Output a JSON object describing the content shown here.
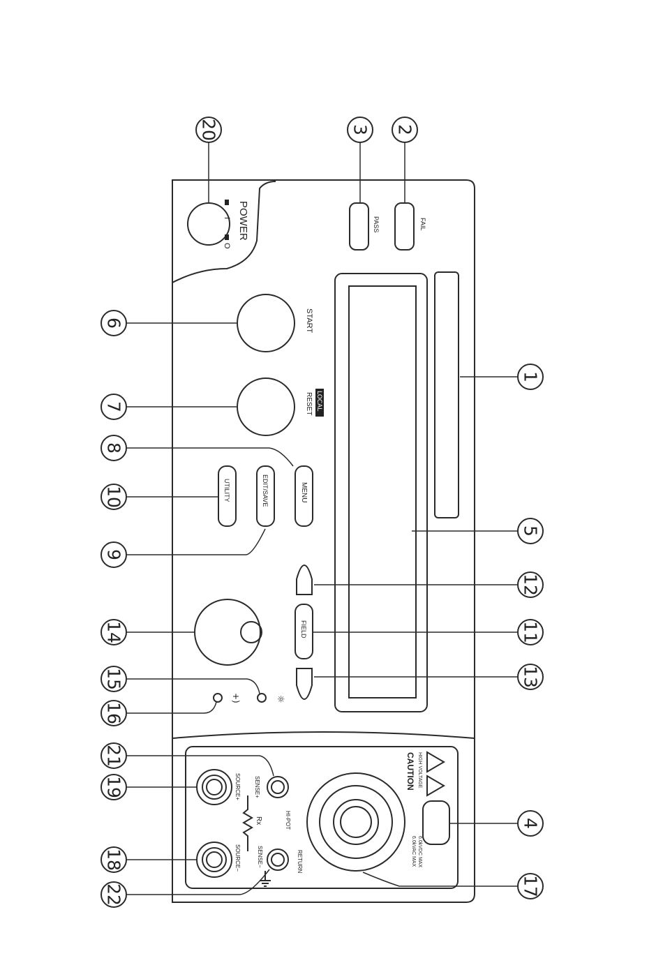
{
  "callouts": [
    "1",
    "2",
    "3",
    "4",
    "5",
    "6",
    "7",
    "8",
    "9",
    "10",
    "11",
    "12",
    "13",
    "14",
    "15",
    "16",
    "17",
    "18",
    "19",
    "20",
    "21",
    "22"
  ],
  "panel": {
    "power_label": "POWER",
    "power_on": "I",
    "power_off": "O",
    "pass": "PASS",
    "fail": "FAIL",
    "start": "START",
    "local": "LOCAL",
    "reset": "RESET",
    "menu": "MENU",
    "edit_save": "EDIT/SAVE",
    "utility": "UTILITY",
    "field": "FIELD",
    "caution": "CAUTION",
    "high_voltage": "HIGH VOLTAGE",
    "max_ac": "6.0kVAC MAX",
    "max_dc": "6.0kVDC MAX",
    "return": "RETURN",
    "hipot": "HI-POT",
    "sense_plus": "SENSE+",
    "sense_minus": "SENSE−",
    "source_plus": "SOURCE+",
    "source_minus": "SOURCE−",
    "rx": "Rx"
  }
}
